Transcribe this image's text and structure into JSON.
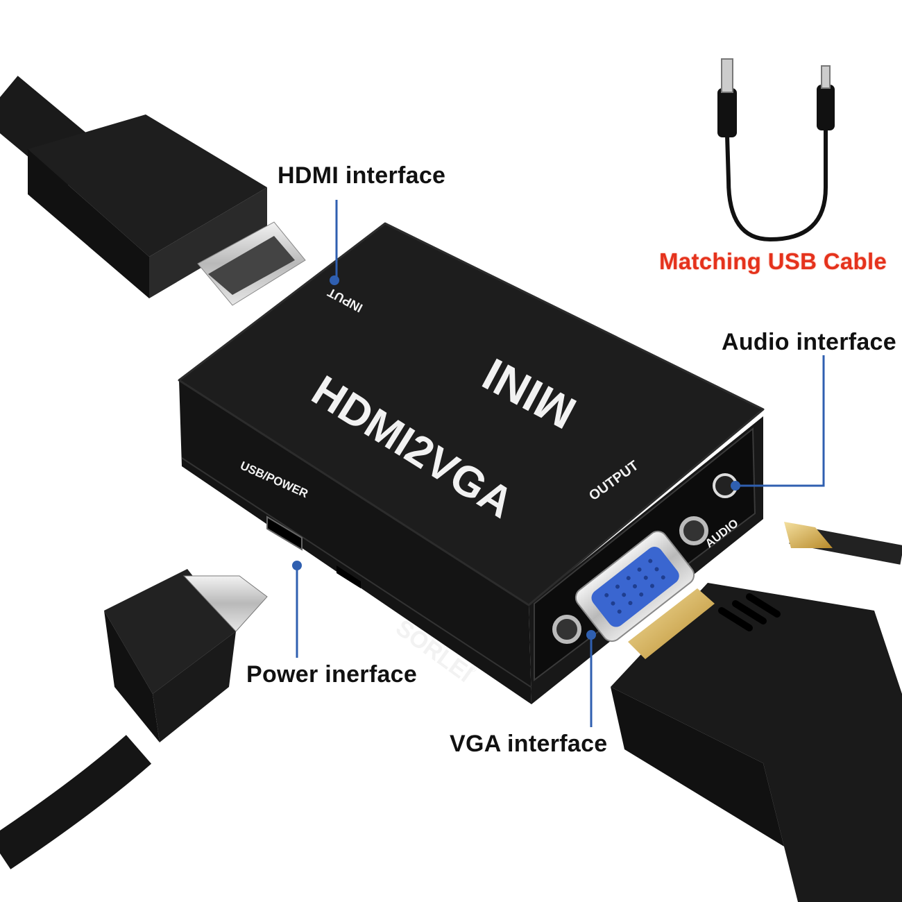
{
  "labels": {
    "hdmi": "HDMI interface",
    "usb_cable": "Matching USB Cable",
    "audio": "Audio interface",
    "power": "Power inerface",
    "vga": "VGA interface"
  },
  "device": {
    "model": "HDMI2VGA",
    "series": "MINI",
    "input": "INPUT",
    "output": "OUTPUT",
    "usb_power": "USB/POWER",
    "audio": "AUDIO",
    "brand": "SORLEI",
    "registered": "®"
  },
  "colors": {
    "leader": "#2f5fb0",
    "callout_red": "#e5321c",
    "vga_port": "#3a66d0",
    "body": "#1b1b1b"
  }
}
